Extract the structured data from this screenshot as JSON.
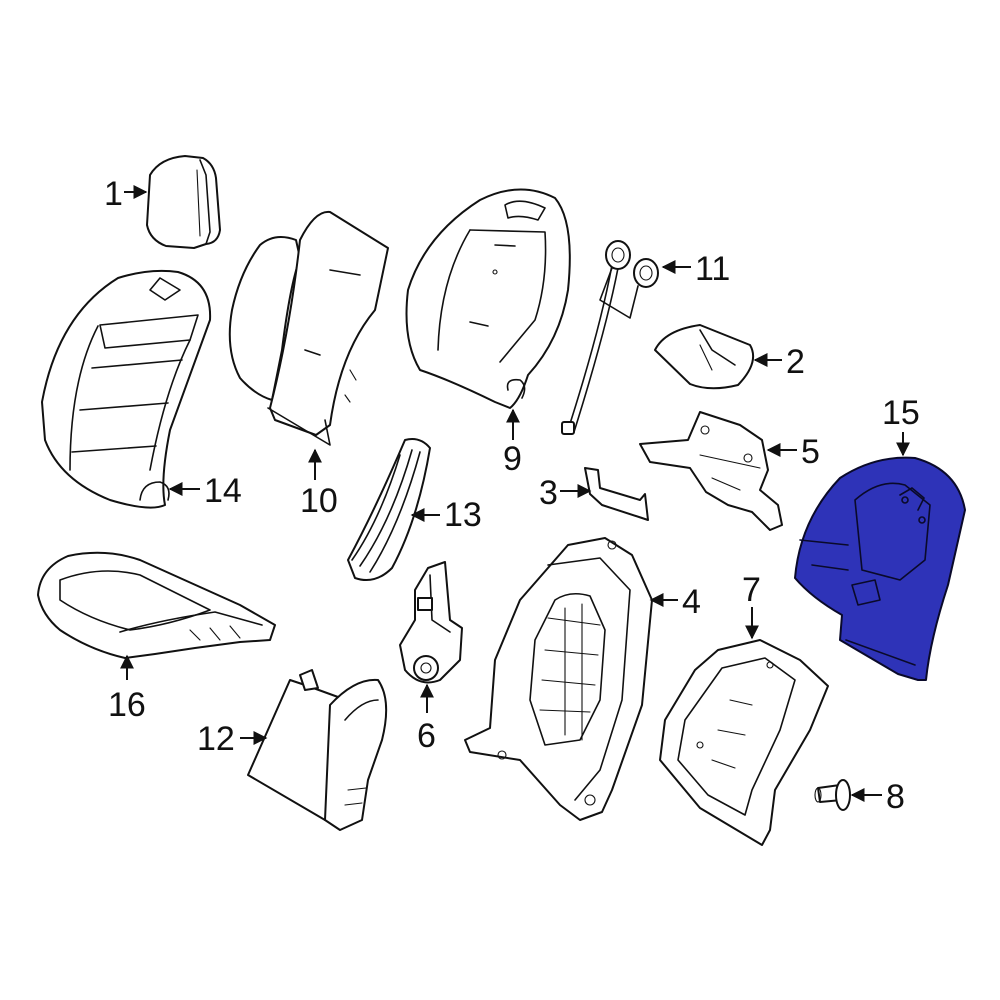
{
  "callouts": [
    {
      "id": "1",
      "label": "1"
    },
    {
      "id": "2",
      "label": "2"
    },
    {
      "id": "3",
      "label": "3"
    },
    {
      "id": "4",
      "label": "4"
    },
    {
      "id": "5",
      "label": "5"
    },
    {
      "id": "6",
      "label": "6"
    },
    {
      "id": "7",
      "label": "7"
    },
    {
      "id": "8",
      "label": "8"
    },
    {
      "id": "9",
      "label": "9"
    },
    {
      "id": "10",
      "label": "10"
    },
    {
      "id": "11",
      "label": "11"
    },
    {
      "id": "12",
      "label": "12"
    },
    {
      "id": "13",
      "label": "13"
    },
    {
      "id": "14",
      "label": "14"
    },
    {
      "id": "15",
      "label": "15"
    },
    {
      "id": "16",
      "label": "16"
    }
  ],
  "highlighted_part": "15",
  "colors": {
    "highlight": "#2e33b8",
    "line": "#111111",
    "background": "#ffffff"
  }
}
